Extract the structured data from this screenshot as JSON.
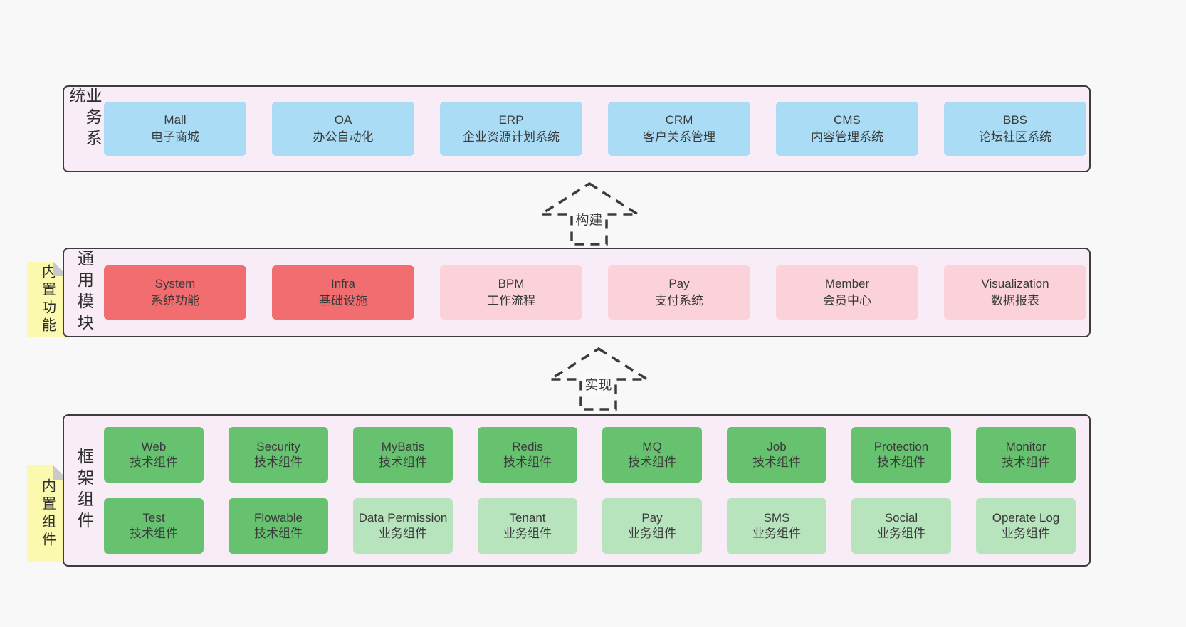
{
  "colors": {
    "page_bg": "#f8f8f8",
    "container_bg": "#f8edf6",
    "container_border": "#3d3d3d",
    "blue_box": "#aadcf5",
    "red_box": "#f26d6f",
    "pink_box": "#fbd2da",
    "green_box": "#67c26f",
    "light_green_box": "#b7e3bd",
    "note_yellow": "#fbf9ad",
    "note_fold_gray": "#c9c9c9",
    "text": "#3a3a3a"
  },
  "arrows": {
    "build": {
      "label": "构建"
    },
    "implement": {
      "label": "实现"
    }
  },
  "sections": {
    "business": {
      "label": "业务系统",
      "boxes": [
        {
          "title": "Mall",
          "subtitle": "电子商城",
          "type": "blue"
        },
        {
          "title": "OA",
          "subtitle": "办公自动化",
          "type": "blue"
        },
        {
          "title": "ERP",
          "subtitle": "企业资源计划系统",
          "type": "blue"
        },
        {
          "title": "CRM",
          "subtitle": "客户关系管理",
          "type": "blue"
        },
        {
          "title": "CMS",
          "subtitle": "内容管理系统",
          "type": "blue"
        },
        {
          "title": "BBS",
          "subtitle": "论坛社区系统",
          "type": "blue"
        }
      ]
    },
    "modules": {
      "label": "通用模块",
      "note": "内置功能",
      "boxes": [
        {
          "title": "System",
          "subtitle": "系统功能",
          "type": "red"
        },
        {
          "title": "Infra",
          "subtitle": "基础设施",
          "type": "red"
        },
        {
          "title": "BPM",
          "subtitle": "工作流程",
          "type": "pink"
        },
        {
          "title": "Pay",
          "subtitle": "支付系统",
          "type": "pink"
        },
        {
          "title": "Member",
          "subtitle": "会员中心",
          "type": "pink"
        },
        {
          "title": "Visualization",
          "subtitle": "数据报表",
          "type": "pink"
        }
      ]
    },
    "components": {
      "label": "框架组件",
      "note": "内置组件",
      "row1": [
        {
          "title": "Web",
          "subtitle": "技术组件",
          "type": "green"
        },
        {
          "title": "Security",
          "subtitle": "技术组件",
          "type": "green"
        },
        {
          "title": "MyBatis",
          "subtitle": "技术组件",
          "type": "green"
        },
        {
          "title": "Redis",
          "subtitle": "技术组件",
          "type": "green"
        },
        {
          "title": "MQ",
          "subtitle": "技术组件",
          "type": "green"
        },
        {
          "title": "Job",
          "subtitle": "技术组件",
          "type": "green"
        },
        {
          "title": "Protection",
          "subtitle": "技术组件",
          "type": "green"
        },
        {
          "title": "Monitor",
          "subtitle": "技术组件",
          "type": "green"
        }
      ],
      "row2": [
        {
          "title": "Test",
          "subtitle": "技术组件",
          "type": "green"
        },
        {
          "title": "Flowable",
          "subtitle": "技术组件",
          "type": "green"
        },
        {
          "title": "Data Permission",
          "subtitle": "业务组件",
          "type": "lightgreen"
        },
        {
          "title": "Tenant",
          "subtitle": "业务组件",
          "type": "lightgreen"
        },
        {
          "title": "Pay",
          "subtitle": "业务组件",
          "type": "lightgreen"
        },
        {
          "title": "SMS",
          "subtitle": "业务组件",
          "type": "lightgreen"
        },
        {
          "title": "Social",
          "subtitle": "业务组件",
          "type": "lightgreen"
        },
        {
          "title": "Operate Log",
          "subtitle": "业务组件",
          "type": "lightgreen"
        }
      ]
    }
  }
}
